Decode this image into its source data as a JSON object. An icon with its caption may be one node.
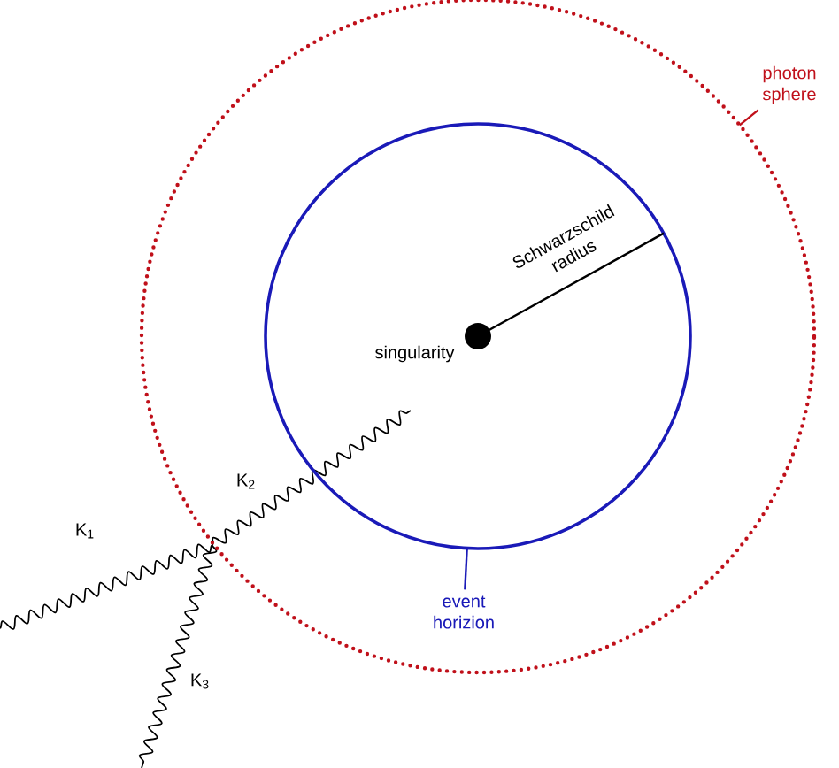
{
  "diagram": {
    "nodes": [
      {
        "text": [
          "photon sphere"
        ]
      },
      {
        "text": [],
        "shape": "circle"
      },
      {
        "text": [],
        "shape": "circle",
        "in": 1
      },
      {
        "text": [
          "event horizion"
        ],
        "in": 1
      },
      {
        "text": [],
        "shape": "circle",
        "beside": [
          "singularity"
        ],
        "in": 2
      }
    ],
    "edges": [
      {
        "from": 0,
        "to": 1,
        "arrow": "none",
        "color": "#c0101a"
      },
      {
        "from": 3,
        "to": 2,
        "arrow": "none",
        "color": "#1a1ab8"
      }
    ],
    "labels": [
      "Schwarzschild radius",
      "K$_{1}$",
      "K$_{2}$",
      "K$_{3}$"
    ]
  }
}
